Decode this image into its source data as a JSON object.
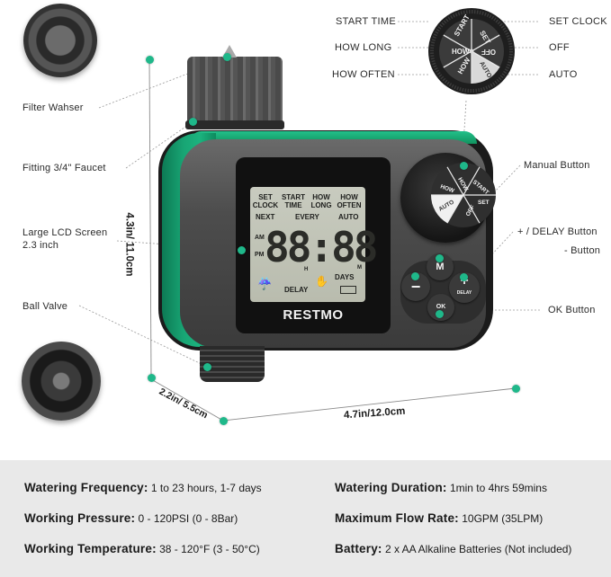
{
  "product": {
    "brand": "RESTMO",
    "accent_color": "#1fb88a",
    "body_green": "#18a574"
  },
  "callouts_left": [
    {
      "id": "filter-washer",
      "label": "Filter Wahser"
    },
    {
      "id": "fitting",
      "label": "Fitting 3/4\" Faucet"
    },
    {
      "id": "lcd",
      "label": "Large LCD Screen",
      "label2": "2.3 inch"
    },
    {
      "id": "ball-valve",
      "label": "Ball Valve"
    }
  ],
  "callouts_right": [
    {
      "id": "manual-button",
      "label": "Manual Button"
    },
    {
      "id": "plus-delay",
      "label": "+ / DELAY Button"
    },
    {
      "id": "minus",
      "label": "- Button"
    },
    {
      "id": "ok",
      "label": "OK Button"
    }
  ],
  "dial_legend": {
    "left": [
      "START TIME",
      "HOW LONG",
      "HOW OFTEN"
    ],
    "right": [
      "SET CLOCK",
      "OFF",
      "AUTO"
    ],
    "segments": [
      "START",
      "SET",
      "OFF",
      "AUTO",
      "HOW",
      "HOW"
    ]
  },
  "lcd": {
    "row1": [
      "SET",
      "START",
      "HOW",
      "HOW"
    ],
    "row1b": [
      "CLOCK",
      "TIME",
      "LONG",
      "OFTEN"
    ],
    "row2": [
      "NEXT",
      "EVERY",
      "AUTO"
    ],
    "digits": "88:88",
    "am": "AM",
    "pm": "PM",
    "h": "H",
    "m": "M",
    "days": "DAYS",
    "delay": "DELAY"
  },
  "buttons": {
    "m": "M",
    "minus": "−",
    "plus": "+",
    "plus_sub": "DELAY",
    "ok": "OK"
  },
  "dimensions": {
    "height": "4.3in/ 11.0cm",
    "depth": "2.2in/ 5.5cm",
    "width": "4.7in/12.0cm"
  },
  "specs": [
    {
      "label": "Watering Frequency:",
      "value": "1 to 23 hours, 1-7 days"
    },
    {
      "label": "Working Pressure:",
      "value": "0 - 120PSI (0 - 8Bar)"
    },
    {
      "label": "Working Temperature:",
      "value": "38 - 120°F (3 - 50°C)"
    },
    {
      "label": "Watering Duration:",
      "value": "1min to 4hrs 59mins"
    },
    {
      "label": "Maximum Flow Rate:",
      "value": "10GPM (35LPM)"
    },
    {
      "label": "Battery:",
      "value": "2 x AA Alkaline Batteries (Not included)"
    }
  ]
}
